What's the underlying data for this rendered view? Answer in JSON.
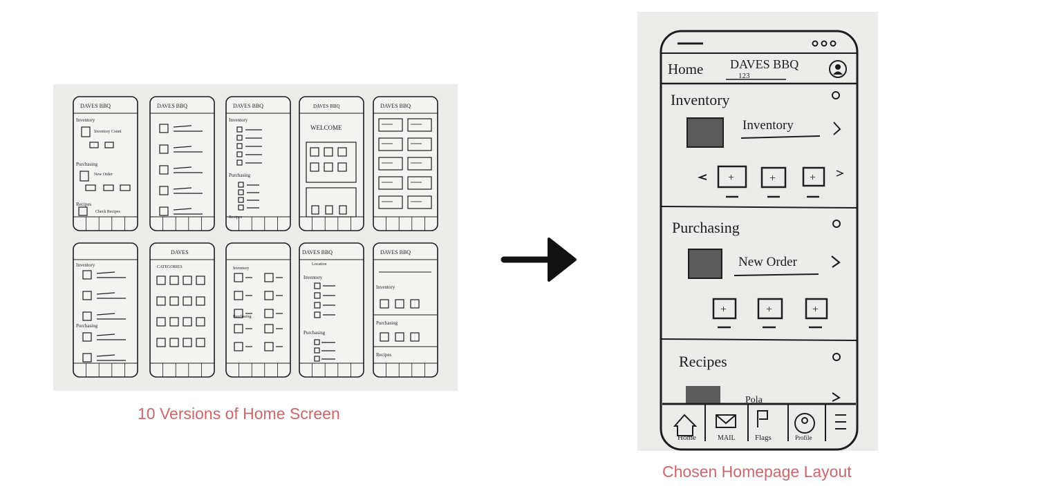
{
  "left_panel": {
    "caption": "10 Versions of Home Screen",
    "sketch_count": 10
  },
  "right_panel": {
    "caption": "Chosen Homepage Layout",
    "phone": {
      "header": {
        "home": "Home",
        "title": "DAVES BBQ",
        "subtitle": "123"
      },
      "sections": [
        {
          "title": "Inventory",
          "item": "Inventory"
        },
        {
          "title": "Purchasing",
          "item": "New Order"
        },
        {
          "title": "Recipes",
          "item": "Pola"
        }
      ],
      "tabbar": [
        "Home",
        "MAIL",
        "Flags",
        "Profile"
      ]
    }
  },
  "sketch_labels": {
    "daves_bbq": "DAVES BBQ",
    "daves": "DAVES",
    "inventory": "Inventory",
    "purchasing": "Purchasing",
    "recipes": "Recipes",
    "welcome": "WELCOME",
    "categories": "CATEGORIES",
    "inventory_count": "Inventory Count",
    "new_order": "New Order",
    "check_recipes": "Check Recipes",
    "location": "Location"
  },
  "colors": {
    "caption": "#c9676b",
    "paper": "#ececea",
    "ink": "#1c1c1c"
  },
  "arrow": "right-arrow"
}
